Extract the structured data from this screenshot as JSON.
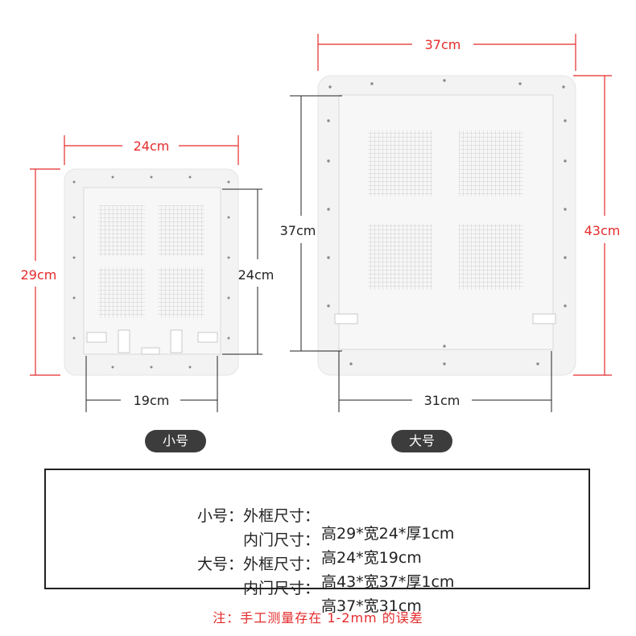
{
  "small": {
    "width_label": "24cm",
    "height_label": "29cm",
    "inner_height_label": "24cm",
    "inner_width_label": "19cm",
    "badge": "小号"
  },
  "large": {
    "width_label": "37cm",
    "height_label": "43cm",
    "inner_height_label": "37cm",
    "inner_width_label": "31cm",
    "badge": "大号"
  },
  "specs": [
    {
      "label": "小号：外框尺寸：",
      "value": "高29*宽24*厚1cm"
    },
    {
      "label": "内门尺寸：",
      "value": "高24*宽19cm"
    },
    {
      "label": "大号：外框尺寸：",
      "value": "高43*宽37*厚1cm"
    },
    {
      "label": "内门尺寸：",
      "value": "高37*宽31cm"
    }
  ],
  "note": "注：手工测量存在 1-2mm 的误差",
  "colors": {
    "accent_red": "#e52b2b",
    "panel": "#f3f3f3",
    "badge_bg": "#3c3c3c"
  }
}
